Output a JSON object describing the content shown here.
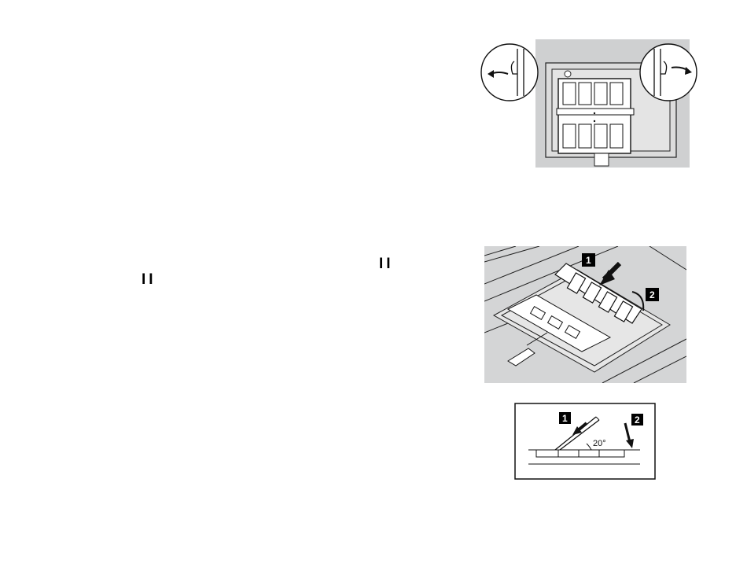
{
  "markers": {
    "pause_glyph_1": "II",
    "pause_glyph_2": "II"
  },
  "figure_remove": {
    "icon": "memory-latch-release-icon"
  },
  "figure_insert": {
    "step1": "1",
    "step2": "2"
  },
  "figure_angle": {
    "step1": "1",
    "step2": "2",
    "angle_label": "20°"
  }
}
